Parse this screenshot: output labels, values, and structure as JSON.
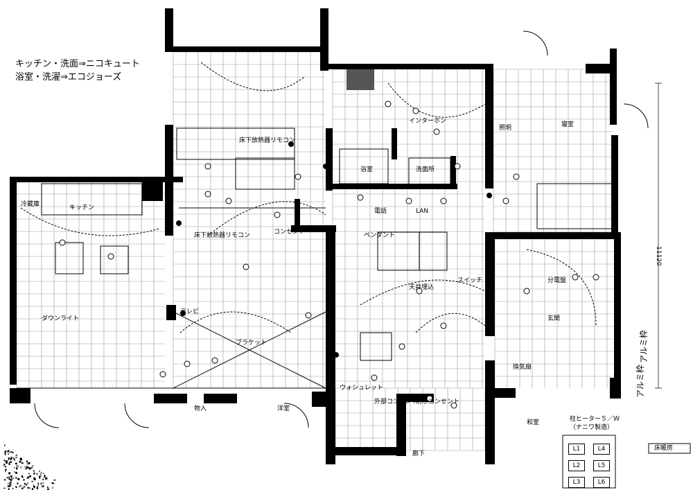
{
  "notes": {
    "line1": "キッチン・洗面⇒ニコキュート",
    "line2": "浴室・洗濯⇒エコジョーズ"
  },
  "room_labels": [
    "床下放熱器リモコン",
    "床下放熱器リモコン",
    "ダウンライト",
    "天井埋込",
    "ブラケット",
    "ペンダント",
    "分電盤",
    "玄関",
    "浴室",
    "洗面所",
    "キッチン",
    "冷蔵庫",
    "ウォシュレット",
    "換気扇",
    "インターホン",
    "テレビ",
    "電話",
    "LAN",
    "コンセント",
    "スイッチ",
    "照明",
    "外部コンセント",
    "防水コンセント",
    "アルミ枠",
    "アルミ枠",
    "物入",
    "廊下",
    "和室",
    "洋室",
    "寝室"
  ],
  "legend": {
    "caption_top": "柱ヒーター５／Ｗ",
    "caption_bottom": "（ナニワ製造）",
    "boxes": [
      "L1",
      "L4",
      "L2",
      "L5",
      "L3",
      "L6"
    ],
    "corner": "床暖房"
  },
  "dimension": "11120"
}
